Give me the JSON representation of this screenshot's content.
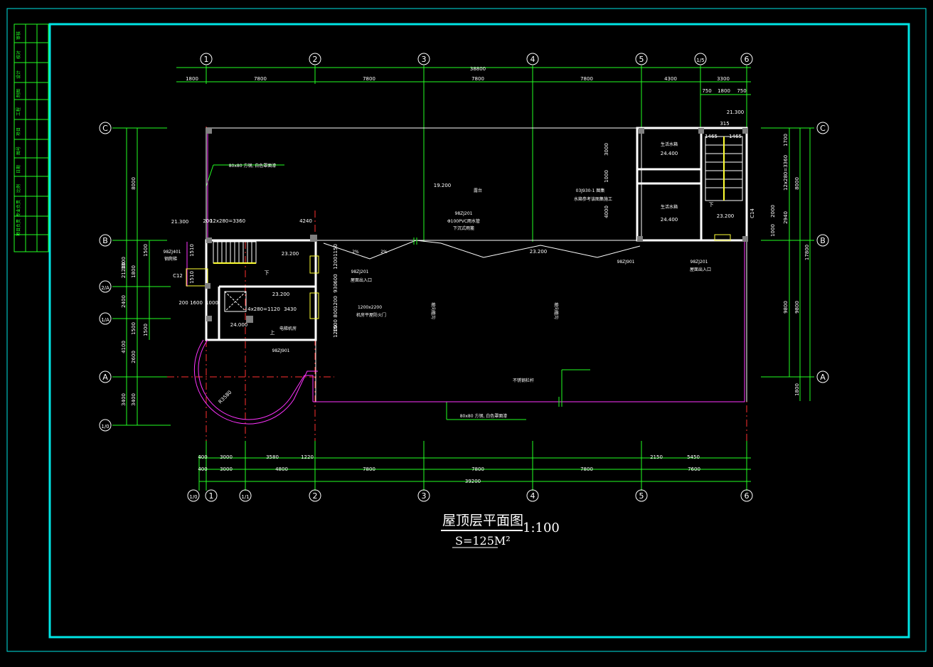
{
  "drawing": {
    "title": "屋顶层平面图",
    "scale": "1:100",
    "area": "S=125M²",
    "colors": {
      "frame": "#00e5e5",
      "dim": "#22ff22",
      "wall": "#ffffff",
      "parapet": "#ff33ff",
      "text": "#ffffff"
    }
  },
  "axes": {
    "top": [
      "1",
      "2",
      "3",
      "4",
      "5",
      "1/5",
      "6"
    ],
    "bottom": [
      "1/0",
      "1",
      "1/1",
      "2",
      "3",
      "4",
      "5",
      "6"
    ],
    "left": [
      "C",
      "B",
      "2/A",
      "1/A",
      "A",
      "1/0"
    ],
    "right": [
      "C",
      "B",
      "A"
    ]
  },
  "dimensions": {
    "top_total": "38800",
    "top_bays": [
      "1800",
      "7800",
      "7800",
      "7800",
      "7800",
      "4300",
      "3300"
    ],
    "top_stair": [
      "750",
      "1800",
      "750"
    ],
    "bottom_row1": [
      "400",
      "3000",
      "3580",
      "1220",
      "2150",
      "5450"
    ],
    "bottom_row2": [
      "400",
      "3000",
      "4800",
      "7800",
      "7800",
      "7800",
      "7600"
    ],
    "bottom_total": "39200",
    "left_outer": [
      "21200",
      "8000",
      "3300",
      "1800",
      "2400",
      "1500",
      "4100",
      "2600",
      "3400",
      "3400"
    ],
    "left_inner": [
      "1500",
      "1500"
    ],
    "right_outer": [
      "17800",
      "8000",
      "9800",
      "1800"
    ],
    "right_inner": [
      "1700",
      "12x280=3360",
      "2940",
      "9800"
    ],
    "misc": [
      "3000",
      "1000",
      "4000",
      "2000",
      "1000",
      "1150",
      "1200",
      "600",
      "930",
      "1200",
      "800",
      "1500",
      "1200",
      "200",
      "1600",
      "1000",
      "3430",
      "4240",
      "200",
      "1465",
      "1465",
      "315",
      "1510",
      "1510",
      "C12",
      "C14"
    ]
  },
  "labels": {
    "elev_stair_top": "21.300",
    "elev_main_roof": "19.200",
    "elev_left_stair": "23.200",
    "elev_left_room": "23.200",
    "elev_elevator": "24.000",
    "elev_water_tank1": "24.400",
    "elev_water_tank2": "24.400",
    "elev_right_stair": "23.200",
    "elev_right_top": "21.300",
    "elev_mid": "23.200",
    "left_stair_steps": "12x280=3360",
    "elevator_steps": "4x280=1120",
    "note_frame_top": "80x80 方钢, 白色罩面漆",
    "note_frame_bottom": "80x80 方钢, 白色罩面漆",
    "note_drain": "98ZJ201",
    "note_drain2": "Φ100PVC雨水管",
    "note_drain3": "下沉式雨篦",
    "note_98zj201_1": "98ZJ201",
    "note_roof_entry1": "屋面出入口",
    "note_98zj201_2": "98ZJ201",
    "note_roof_entry2": "屋面出入口",
    "note_98zj401": "98ZJ401",
    "note_ladder": "钢爬梯",
    "note_98zj901_a": "98ZJ901",
    "note_98zj901_b": "98ZJ901",
    "note_hatch_size": "1200x2200",
    "note_hatch": "机房平屋防火门",
    "note_elevator_room": "电梯机房",
    "note_water_tank1": "生活水箱",
    "note_water_tank2": "生活水箱",
    "note_03j930": "03J930-1 图集",
    "note_tank_ref": "水箱参考该图集施工",
    "note_radius": "R3580",
    "note_steel_rail": "不锈钢栏杆",
    "note_slope1": "2%",
    "note_slope2": "2%",
    "note_up": "上",
    "note_down1": "下",
    "note_down2": "下",
    "note_room": "露台",
    "note_roofslope_a": "坡向檐沟",
    "note_roofslope_b": "坡向檐沟"
  },
  "title_block": [
    "审核",
    "校对",
    "设计",
    "制图",
    "工程",
    "项目",
    "图号",
    "日期",
    "比例",
    "专业负责",
    "项目负责"
  ]
}
